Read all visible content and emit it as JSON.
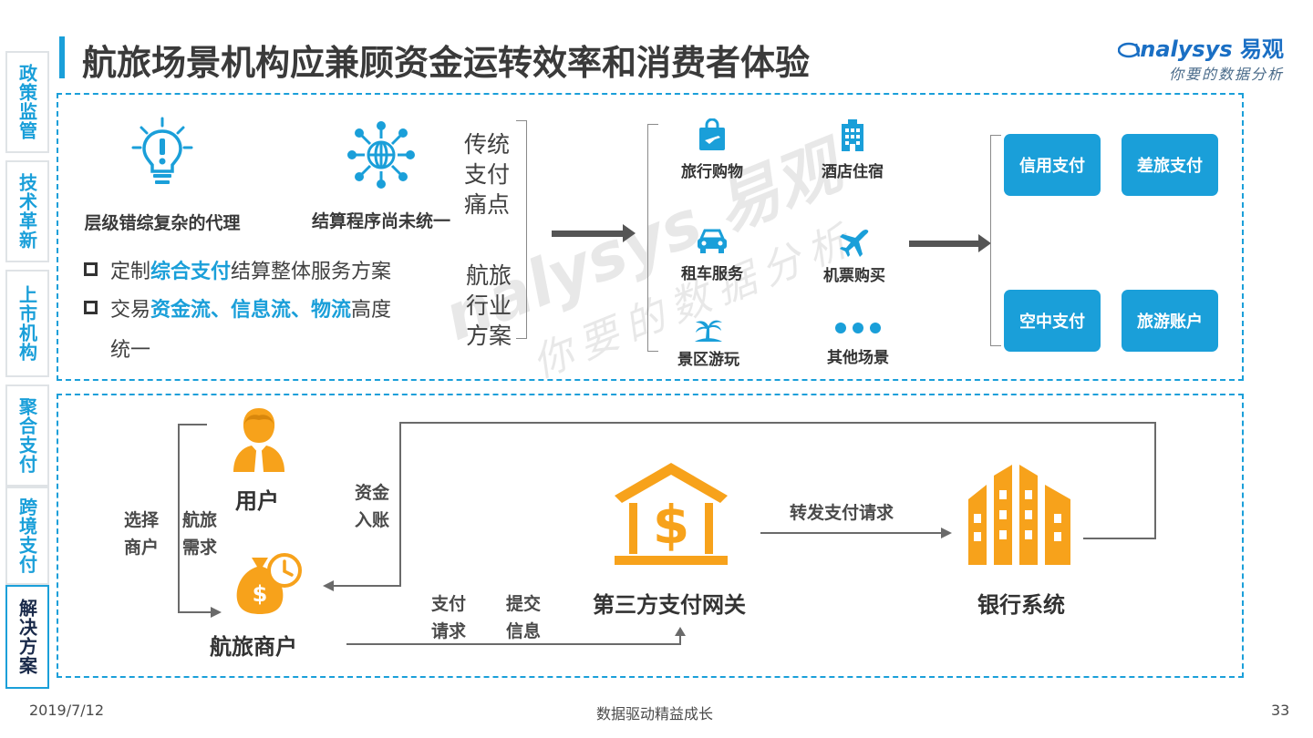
{
  "title": "航旅场景机构应兼顾资金运转效率和消费者体验",
  "brand": {
    "name": "nalysys",
    "name_cn": "易观",
    "tagline": "你要的数据分析",
    "accent": "#1a9fd9"
  },
  "side_nav": [
    {
      "label": "政策监管",
      "active": false
    },
    {
      "label": "技术革新",
      "active": false
    },
    {
      "label": "上市机构",
      "active": false
    },
    {
      "label": "聚合支付",
      "active": false
    },
    {
      "label": "跨境支付",
      "active": false
    },
    {
      "label": "解决方案",
      "active": true
    }
  ],
  "top_panel": {
    "pain_points": [
      {
        "icon": "lightbulb-alert-icon",
        "label": "层级错综复杂的代理"
      },
      {
        "icon": "globe-network-icon",
        "label": "结算程序尚未统一"
      }
    ],
    "bullets": [
      {
        "pre": "定制",
        "highlight": "综合支付",
        "post": "结算整体服务方案"
      },
      {
        "pre": "交易",
        "highlight": "资金流、信息流、物流",
        "post": "高度"
      }
    ],
    "bullet_continuation": "统一",
    "traditional": "传统支付痛点",
    "industry": "航旅行业方案",
    "scenes": [
      {
        "icon": "shopping-bag-icon",
        "label": "旅行购物"
      },
      {
        "icon": "hotel-icon",
        "label": "酒店住宿"
      },
      {
        "icon": "car-icon",
        "label": "租车服务"
      },
      {
        "icon": "airplane-icon",
        "label": "机票购买"
      },
      {
        "icon": "palm-tree-icon",
        "label": "景区游玩"
      },
      {
        "icon": "more-dots-icon",
        "label": "其他场景"
      }
    ],
    "payments": [
      "信用支付",
      "差旅支付",
      "空中支付",
      "旅游账户"
    ]
  },
  "bottom_panel": {
    "user": "用户",
    "merchant": "航旅商户",
    "gateway": "第三方支付网关",
    "bank": "银行系统",
    "select_merchant": "选择商户",
    "travel_need": "航旅需求",
    "funds_in": "资金入账",
    "pay_request": "支付请求",
    "submit_info": "提交信息",
    "forward_request": "转发支付请求"
  },
  "watermark": {
    "main": "nalysys 易观",
    "sub": "你要的数据分析"
  },
  "footer": {
    "date": "2019/7/12",
    "slogan": "数据驱动精益成长",
    "page": "33"
  },
  "colors": {
    "blue": "#1a9fd9",
    "orange": "#f7a21b",
    "dark": "#333333"
  }
}
